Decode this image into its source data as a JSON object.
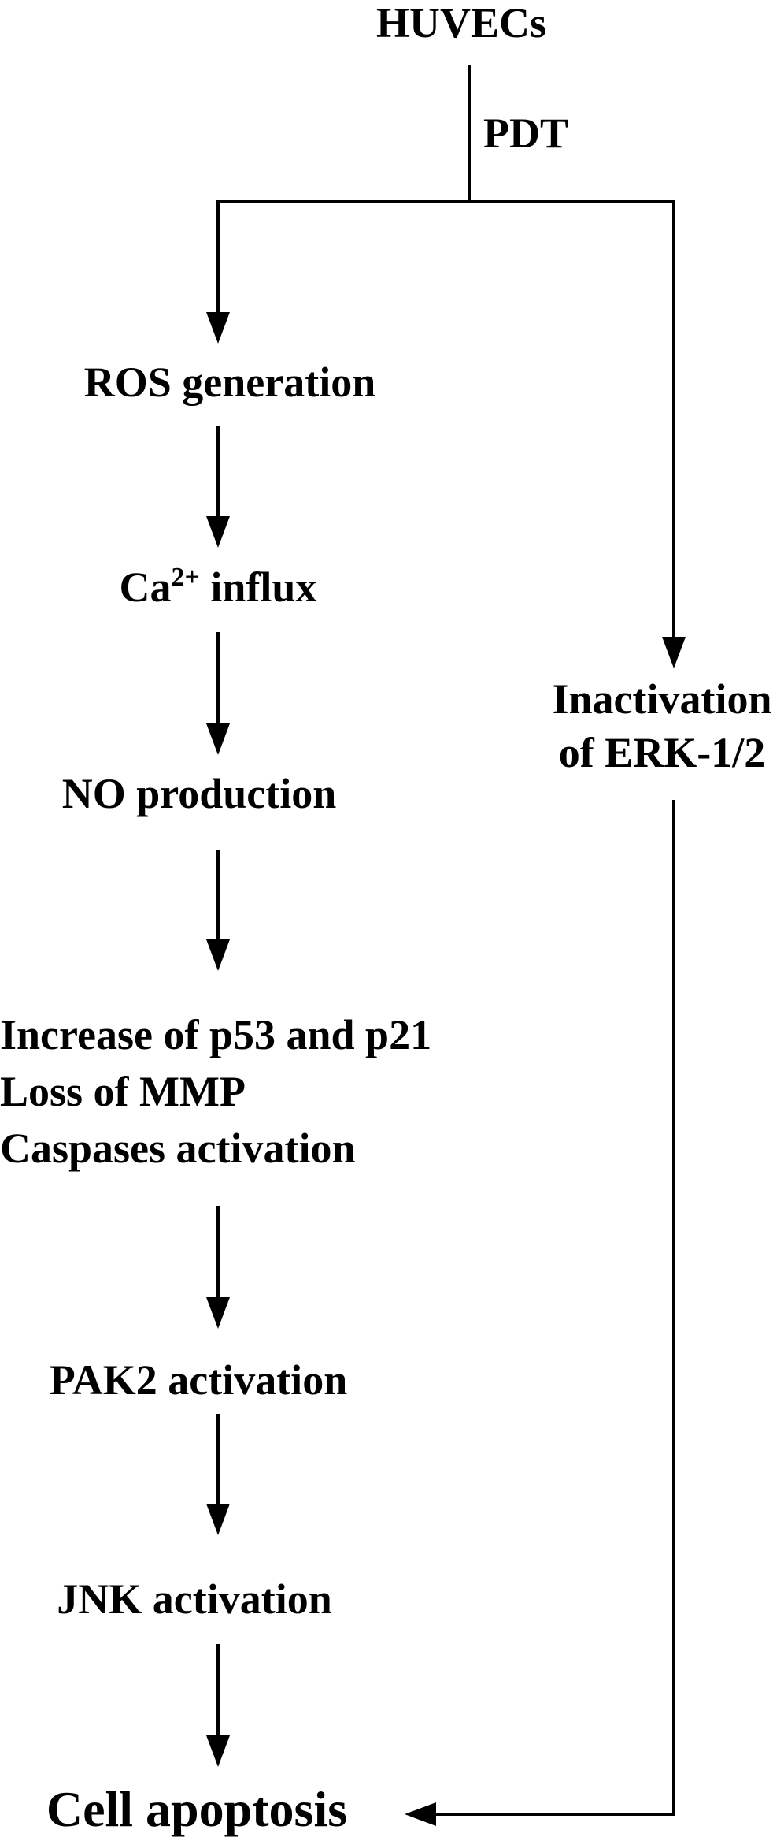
{
  "diagram": {
    "top": "HUVECs",
    "trigger": "PDT",
    "left_branch": [
      {
        "id": "ros",
        "text": "ROS generation"
      },
      {
        "id": "ca",
        "prefix": "Ca",
        "sup": "2+",
        "suffix": " influx"
      },
      {
        "id": "no",
        "text": "NO production"
      },
      {
        "id": "multi",
        "lines": [
          "Increase of p53 and p21",
          "Loss of MMP",
          "Caspases activation"
        ]
      },
      {
        "id": "pak2",
        "text": "PAK2 activation"
      },
      {
        "id": "jnk",
        "text": "JNK activation"
      }
    ],
    "right_branch": [
      "Inactivation",
      "of ERK-1/2"
    ],
    "outcome": "Cell apoptosis"
  }
}
